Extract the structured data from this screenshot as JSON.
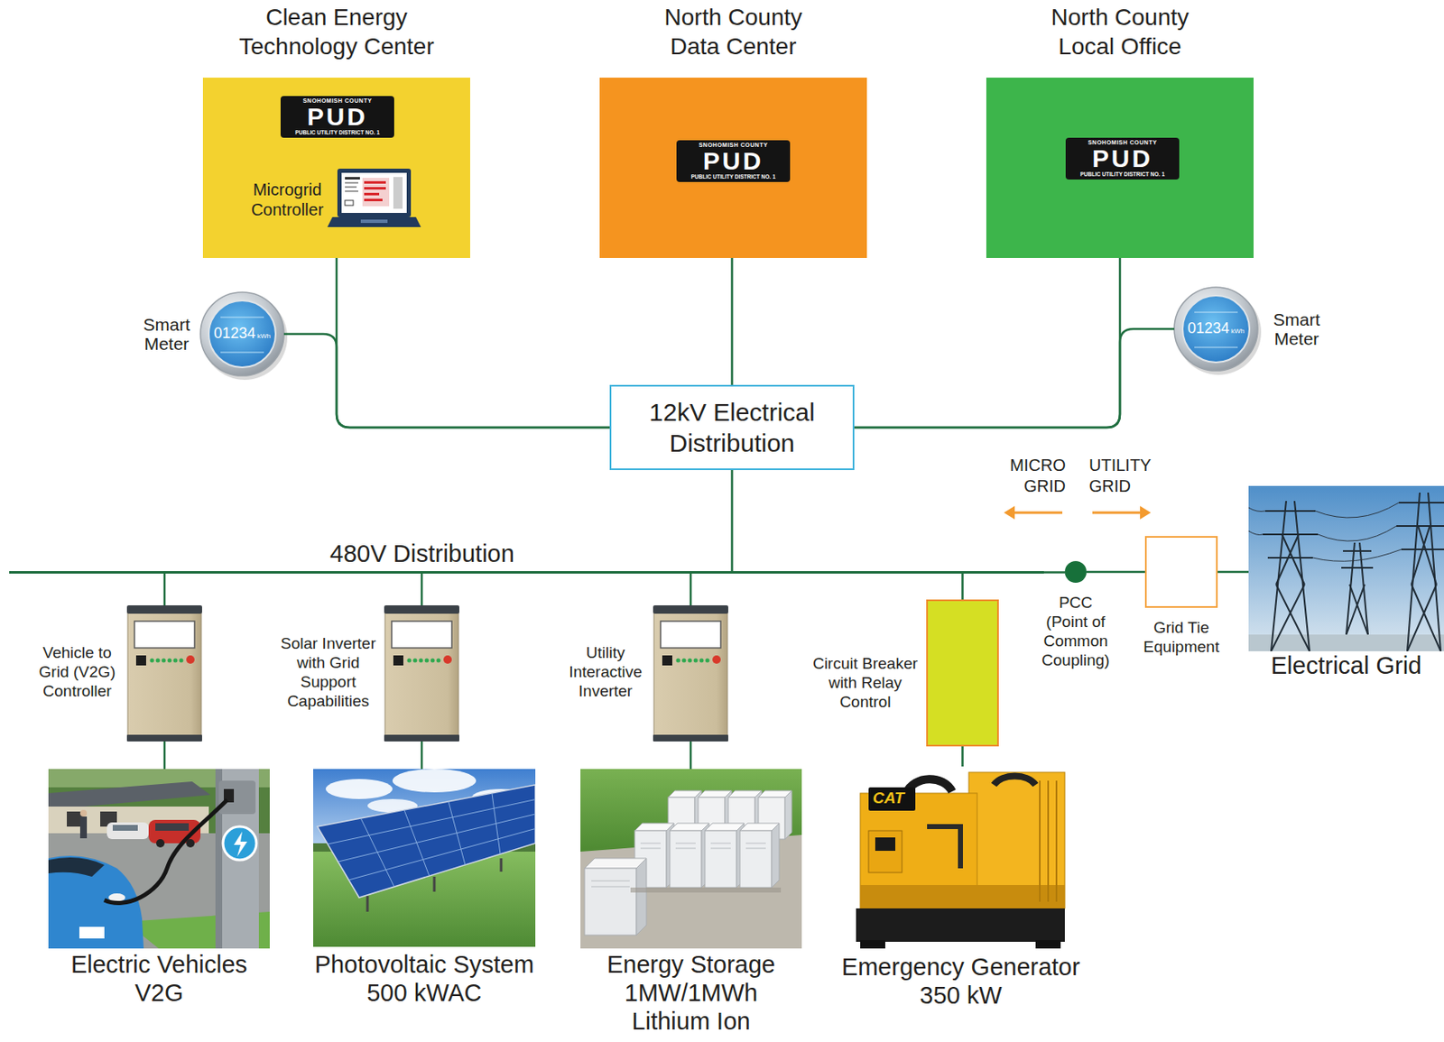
{
  "diagram": {
    "nodes": [
      {
        "text": [
          "Clean Energy Technology Center",
          "Microgrid Controller"
        ]
      },
      {
        "text": [
          "SNOHOMISH COUNTY",
          "PUD",
          "PUBLIC UTILITY DISTRICT NO. 1"
        ],
        "in": 0
      },
      {
        "text": [
          "North County Data Center"
        ]
      },
      {
        "text": [
          "SNOHOMISH COUNTY",
          "PUD",
          "PUBLIC UTILITY DISTRICT NO. 1"
        ],
        "in": 2
      },
      {
        "text": [
          "North County Local Office"
        ]
      },
      {
        "text": [
          "SNOHOMISH COUNTY",
          "PUD",
          "PUBLIC UTILITY DISTRICT NO. 1"
        ],
        "in": 4
      },
      {
        "text": [
          "Smart Meter",
          "01234",
          "kWh"
        ]
      },
      {
        "text": [
          "Smart Meter",
          "01234",
          "kWh"
        ]
      },
      {
        "text": [
          "12kV Electrical Distribution"
        ]
      },
      {
        "text": [
          "480V Distribution"
        ]
      },
      {
        "text": [
          "Vehicle to Grid (V2G) Controller"
        ]
      },
      {
        "text": [
          "Solar Inverter with Grid Support Capabilities"
        ]
      },
      {
        "text": [
          "Utility Interactive Inverter"
        ]
      },
      {
        "text": [
          "Circuit Breaker with Relay Control"
        ]
      },
      {
        "text": [
          "PCC (Point of Common Coupling)"
        ]
      },
      {
        "text": [
          "Grid Tie Equipment"
        ]
      },
      {
        "text": [
          "Electrical Grid"
        ]
      },
      {
        "text": [
          "Electric Vehicles V2G"
        ]
      },
      {
        "text": [
          "Photovoltaic System 500 kWAC"
        ]
      },
      {
        "text": [
          "Energy Storage 1MW/1MWh Lithium Ion"
        ]
      },
      {
        "text": [
          "Emergency Generator 350 kW"
        ]
      }
    ],
    "edges": [
      {
        "from": 0,
        "to": 8,
        "arrow": "none"
      },
      {
        "from": 6,
        "to": 8,
        "arrow": "none"
      },
      {
        "from": 2,
        "to": 8,
        "arrow": "none"
      },
      {
        "from": 4,
        "to": 8,
        "arrow": "none"
      },
      {
        "from": 7,
        "to": 8,
        "arrow": "none"
      },
      {
        "from": 8,
        "to": 9,
        "arrow": "none"
      },
      {
        "from": 9,
        "to": 10,
        "arrow": "none"
      },
      {
        "from": 9,
        "to": 11,
        "arrow": "none"
      },
      {
        "from": 9,
        "to": 12,
        "arrow": "none"
      },
      {
        "from": 9,
        "to": 13,
        "arrow": "none"
      },
      {
        "from": 9,
        "to": 14,
        "arrow": "none"
      },
      {
        "from": 14,
        "to": 15,
        "arrow": "none"
      },
      {
        "from": 15,
        "to": 16,
        "arrow": "none"
      },
      {
        "from": 10,
        "to": 17,
        "arrow": "none"
      },
      {
        "from": 11,
        "to": 18,
        "arrow": "none"
      },
      {
        "from": 12,
        "to": 19,
        "arrow": "none"
      },
      {
        "from": 13,
        "to": 20,
        "arrow": "none"
      }
    ],
    "labels": [
      "MICRO GRID",
      "UTILITY GRID",
      "CAT"
    ]
  }
}
